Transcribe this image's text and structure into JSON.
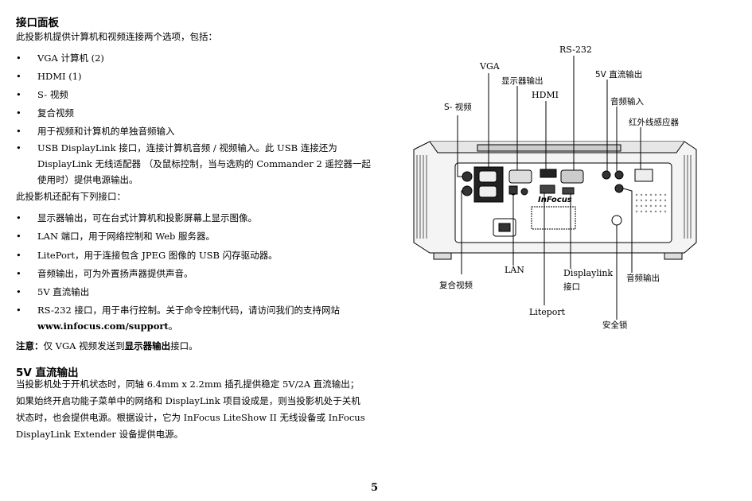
{
  "section1": {
    "title": "接口面板",
    "intro": "此投影机提供计算机和视频连接两个选项，包括：",
    "items": [
      "VGA 计算机 (2)",
      "HDMI (1)",
      "S- 视频",
      "复合视频",
      "用于视频和计算机的单独音频输入",
      "USB DisplayLink 接口，连接计算机音频 / 视频输入。此 USB 连接还为 DisplayLink 无线适配器 （及鼠标控制，当与选购的 Commander 2 遥控器一起使用时）提供电源输出。"
    ],
    "also": "此投影机还配有下列接口：",
    "items2": [
      "显示器输出，可在台式计算机和投影屏幕上显示图像。",
      "LAN 端口，用于网络控制和 Web 服务器。",
      "LitePort，用于连接包含 JPEG 图像的 USB 闪存驱动器。",
      "音频输出，可为外置扬声器提供声音。",
      "5V 直流输出"
    ],
    "rs232_text": "RS-232 接口，用于串行控制。关于命令控制代码，请访问我们的支持网站 ",
    "rs232_url": "www.infocus.com/support",
    "rs232_end": "。",
    "note_label": "注意：",
    "note_text1": "仅 VGA 视频发送到",
    "note_bold": "显示器输出",
    "note_text2": "接口。"
  },
  "section2": {
    "title": "5V 直流输出",
    "body": "当投影机处于开机状态时，同轴 6.4mm x 2.2mm 插孔提供稳定 5V/2A 直流输出；如果始终开启功能子菜单中的网络和 DisplayLink 项目设成是，则当投影机处于关机状态时，也会提供电源。根据设计，它为 InFocus LiteShow II 无线设备或 InFocus DisplayLink Extender 设备提供电源。"
  },
  "diagram": {
    "labels": {
      "rs232": "RS-232",
      "vga": "VGA",
      "monitor_out": "显示器输出",
      "dc5v": "5V 直流输出",
      "hdmi": "HDMI",
      "audio_in": "音频输入",
      "svideo": "S- 视频",
      "ir": "红外线感应器",
      "lan": "LAN",
      "displaylink": "Displaylink",
      "displaylink2": "接口",
      "composite": "复合视频",
      "audio_out": "音频输出",
      "liteport": "Liteport",
      "lock": "安全锁"
    },
    "brand": "InFocus"
  },
  "page_number": "5"
}
